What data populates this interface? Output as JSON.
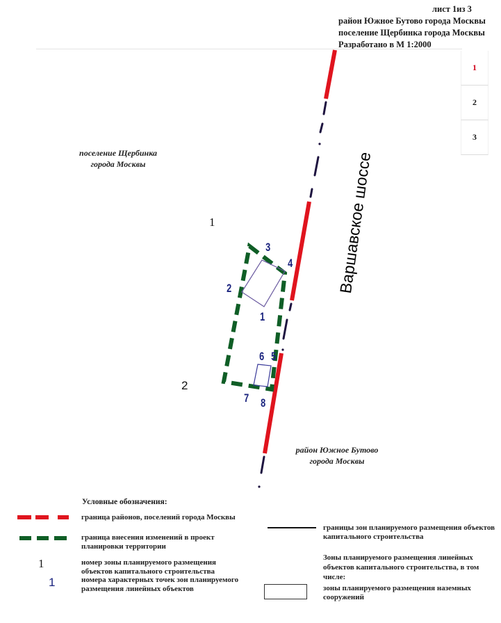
{
  "header": {
    "sheet": "лист 1из 3",
    "district": "район Южное Бутово города Москвы",
    "settlement": "поселение Щербинка города Москвы",
    "scale": "Разработано в М 1:2000"
  },
  "sheet_index": {
    "items": [
      {
        "label": "1",
        "active": true
      },
      {
        "label": "2",
        "active": false
      },
      {
        "label": "3",
        "active": false
      }
    ],
    "active_color": "#d0021b"
  },
  "map": {
    "area_labels": {
      "shcherbinka": [
        "поселение Щербинка",
        "города Москвы"
      ],
      "south_butovo": [
        "район Южное Бутово",
        "города Москвы"
      ]
    },
    "road_label": "Варшавское шоссе",
    "zone_numbers": [
      "1",
      "2"
    ],
    "points": [
      "1",
      "2",
      "3",
      "4",
      "5",
      "6",
      "7",
      "8"
    ],
    "colors": {
      "district_boundary": "#e0141e",
      "change_boundary": "#0f5e26",
      "zone_boundary": "#1e1440",
      "point_label": "#1a237e"
    }
  },
  "legend": {
    "title": "Условные обозначения:",
    "items": [
      {
        "symbol": "red-dashed-line",
        "text": "граница районов, поселений города Москвы"
      },
      {
        "symbol": "green-dashed-line",
        "text": "граница внесения изменений в проект планировки территории"
      },
      {
        "symbol": "number-black",
        "label": "1",
        "text": "номер зоны планируемого размещения объектов капитального строительства"
      },
      {
        "symbol": "number-blue",
        "label": "1",
        "text": "номера характерных точек зон планируемого размещения линейных объектов"
      },
      {
        "symbol": "black-line",
        "text": "границы зон планируемого размещения объектов капитального строительства"
      },
      {
        "symbol": "none",
        "text": "Зоны планируемого размещения линейных объектов капитального строительства, в том числе:"
      },
      {
        "symbol": "rectangle",
        "text": "зоны планируемого размещения наземных сооружений"
      }
    ]
  }
}
